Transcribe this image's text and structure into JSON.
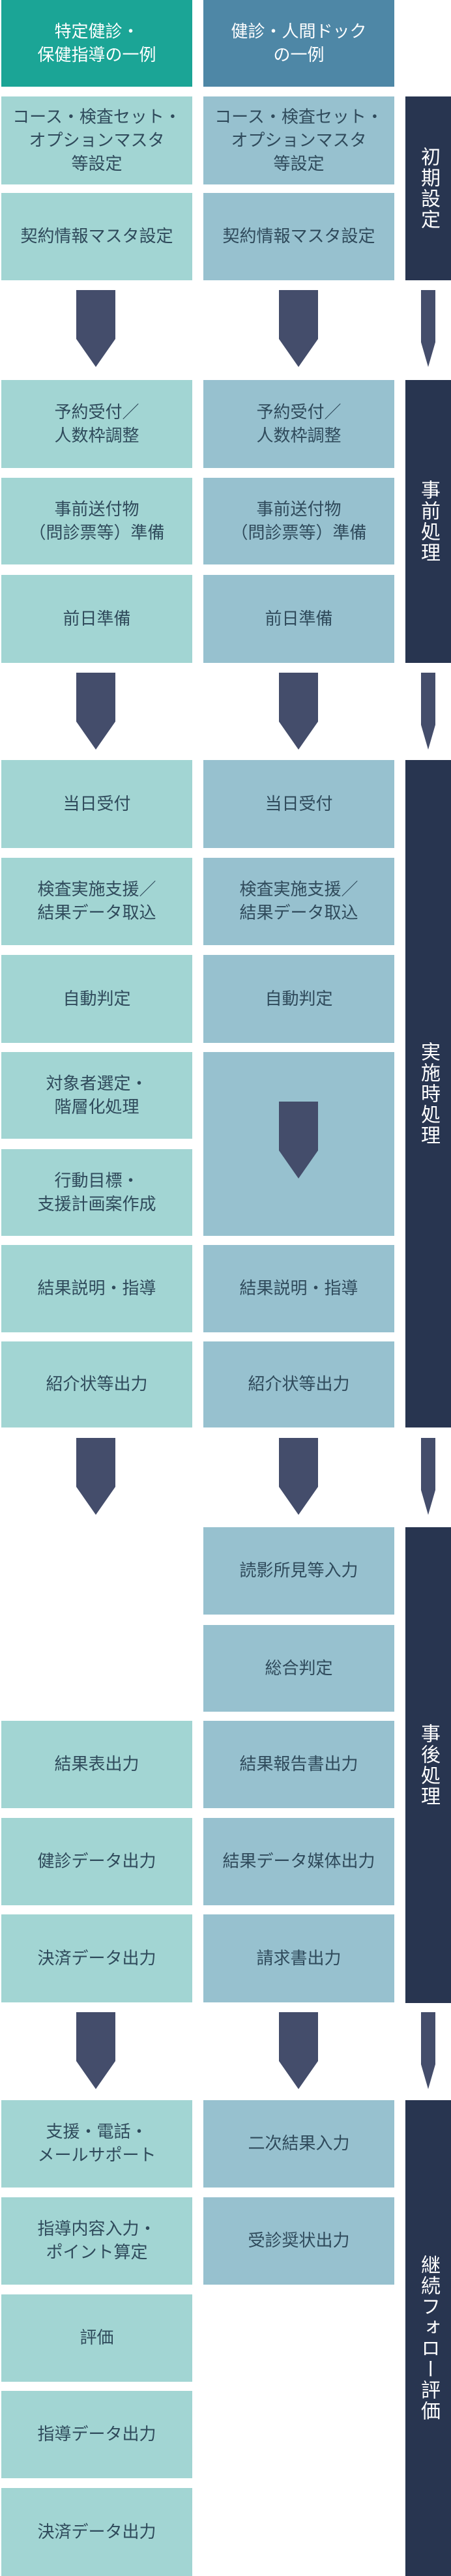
{
  "headers": {
    "left": "特定健診・\n保健指導の一例",
    "right": "健診・人間ドック\nの一例"
  },
  "phases": [
    {
      "id": "initial",
      "label": "初期設定"
    },
    {
      "id": "pre",
      "label": "事前処理"
    },
    {
      "id": "execution",
      "label": "実施時処理"
    },
    {
      "id": "post",
      "label": "事後処理"
    },
    {
      "id": "followup",
      "label": "継続フォロー評価"
    }
  ],
  "steps": {
    "initial": {
      "left": [
        "コース・検査セット・\nオプションマスタ\n等設定",
        "契約情報マスタ設定"
      ],
      "right": [
        "コース・検査セット・\nオプションマスタ\n等設定",
        "契約情報マスタ設定"
      ]
    },
    "pre": {
      "left": [
        "予約受付／\n人数枠調整",
        "事前送付物\n（問診票等）準備",
        "前日準備"
      ],
      "right": [
        "予約受付／\n人数枠調整",
        "事前送付物\n（問診票等）準備",
        "前日準備"
      ]
    },
    "execution": {
      "left": [
        "当日受付",
        "検査実施支援／\n結果データ取込",
        "自動判定",
        "対象者選定・\n階層化処理",
        "行動目標・\n支援計画案作成",
        "結果説明・指導",
        "紹介状等出力"
      ],
      "right": [
        "当日受付",
        "検査実施支援／\n結果データ取込",
        "自動判定",
        "結果説明・指導",
        "紹介状等出力"
      ]
    },
    "post": {
      "left": [
        "結果表出力",
        "健診データ出力",
        "決済データ出力"
      ],
      "right": [
        "読影所見等入力",
        "総合判定",
        "結果報告書出力",
        "結果データ媒体出力",
        "請求書出力"
      ]
    },
    "followup": {
      "left": [
        "支援・電話・\nメールサポート",
        "指導内容入力・\nポイント算定",
        "評価",
        "指導データ出力",
        "決済データ出力"
      ],
      "right": [
        "二次結果入力",
        "受診奨状出力"
      ]
    }
  },
  "colors": {
    "left_header": "#1ba596",
    "right_header": "#4e87a6",
    "left_box": "#a2d5d3",
    "right_box": "#97c1cf",
    "phase_bar": "#283550",
    "arrow": "#444d6b"
  }
}
